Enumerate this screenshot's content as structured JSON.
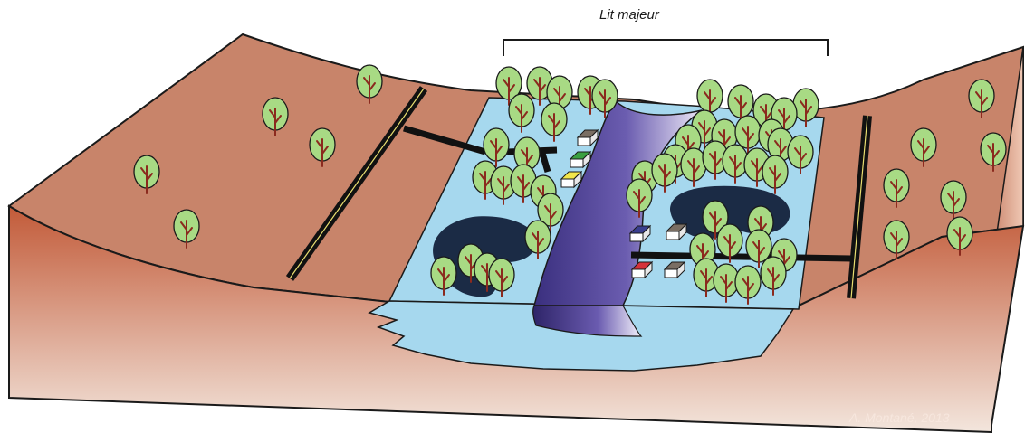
{
  "labels": {
    "lit_majeur": "Lit majeur",
    "credit": "A. Montané, 2013"
  },
  "colors": {
    "terrain_top": "#c8846a",
    "terrain_front": "#c0603d",
    "floodplain": "#a6d8ee",
    "river": "#4c3d8b",
    "pond": "#1b2b45",
    "road": "#111111",
    "road_line": "#e9de70",
    "tree_crown": "#a8da84",
    "tree_trunk": "#8b2a1e"
  },
  "icons": {
    "tree": "tree-icon",
    "house": "house-icon",
    "road": "road",
    "river": "river",
    "pond": "pond"
  }
}
